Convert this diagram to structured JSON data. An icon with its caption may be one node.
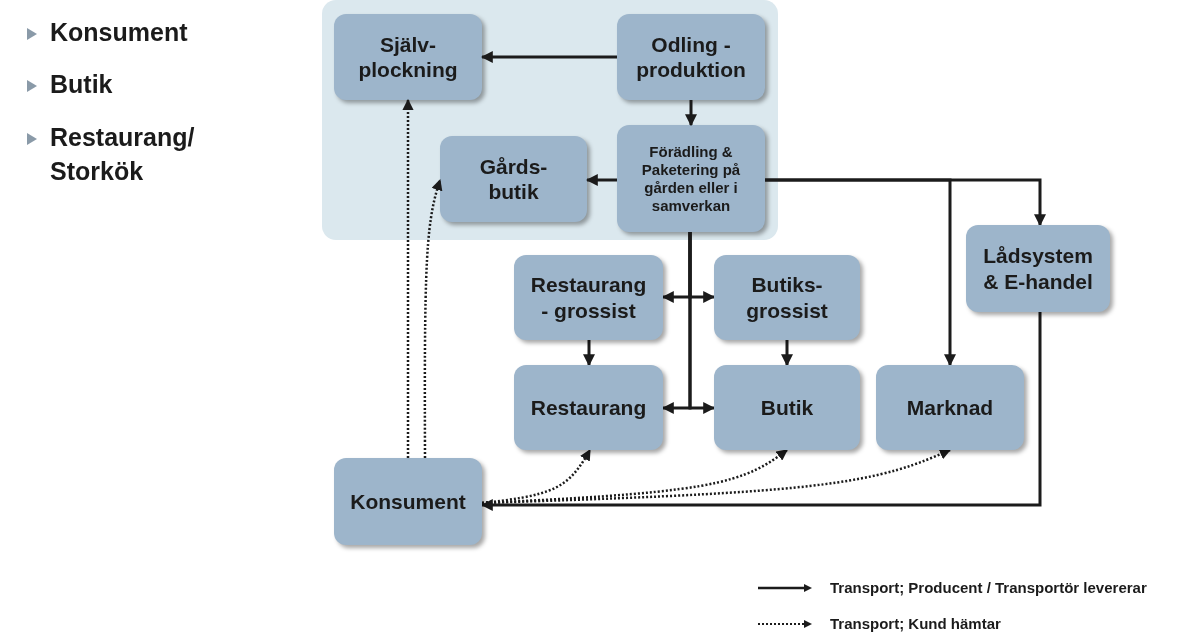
{
  "diagram": {
    "nodes": [
      {
        "text": [],
        "shape": "box"
      },
      {
        "text": [
          "Själv- plockning"
        ],
        "in": 0
      },
      {
        "text": [
          "Odling - produktion"
        ],
        "in": 0
      },
      {
        "text": [
          "Gårds- butik"
        ],
        "in": 0
      },
      {
        "text": [
          "Förädling & Paketering på gården eller i samverkan"
        ],
        "in": 0
      },
      {
        "text": [
          "Lådsystem & E-handel"
        ]
      },
      {
        "text": [
          "Restaurang - grossist"
        ]
      },
      {
        "text": [
          "Butiks- grossist"
        ]
      },
      {
        "text": [
          "Restaurang"
        ]
      },
      {
        "text": [
          "Butik"
        ]
      },
      {
        "text": [
          "Marknad"
        ]
      },
      {
        "text": [
          "Konsument"
        ]
      }
    ],
    "edges": [
      {
        "from": 2,
        "to": 1,
        "arrow": "to"
      },
      {
        "from": 2,
        "to": 4,
        "arrow": "to"
      },
      {
        "from": 4,
        "to": 3,
        "arrow": "to"
      },
      {
        "from": 4,
        "to": 5,
        "arrow": "to"
      },
      {
        "from": 4,
        "to": 10,
        "arrow": "to"
      },
      {
        "from": 4,
        "to": 6,
        "arrow": "to"
      },
      {
        "from": 4,
        "to": 7,
        "arrow": "to"
      },
      {
        "from": 4,
        "to": 8,
        "arrow": "to"
      },
      {
        "from": 4,
        "to": 9,
        "arrow": "to"
      },
      {
        "from": 6,
        "to": 8,
        "arrow": "to"
      },
      {
        "from": 7,
        "to": 9,
        "arrow": "to"
      },
      {
        "from": 5,
        "to": 11,
        "arrow": "to"
      },
      {
        "from": 11,
        "to": 1,
        "arrow": "to",
        "style": "dashed"
      },
      {
        "from": 11,
        "to": 3,
        "arrow": "to",
        "style": "dashed"
      },
      {
        "from": 11,
        "to": 8,
        "arrow": "to",
        "style": "dashed"
      },
      {
        "from": 11,
        "to": 9,
        "arrow": "to",
        "style": "dashed"
      },
      {
        "from": 11,
        "to": 10,
        "arrow": "to",
        "style": "dashed"
      }
    ],
    "labels": [
      "Konsument",
      "Butik",
      "Restaurang/ Storkök"
    ],
    "legend": [
      {
        "text": "Transport; Producent / Transportör levererar"
      },
      {
        "text": "Transport; Kund hämtar"
      }
    ]
  }
}
